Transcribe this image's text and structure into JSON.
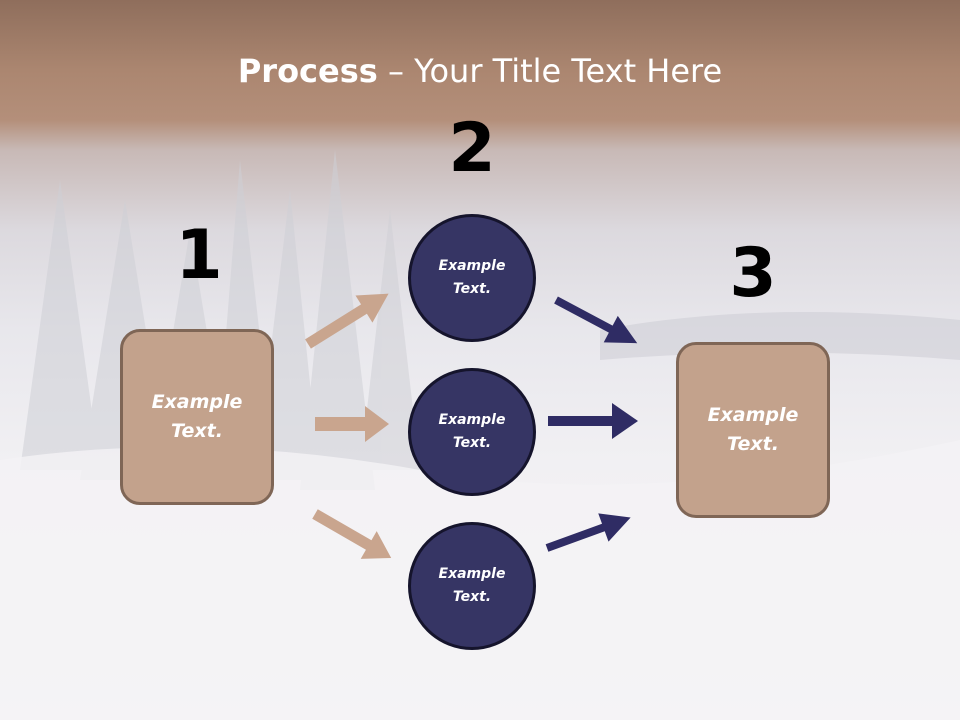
{
  "title": {
    "bold": "Process",
    "rest": " – Your Title Text Here"
  },
  "steps": {
    "one": {
      "number": "1",
      "text": "Example\nText."
    },
    "two": {
      "number": "2"
    },
    "three": {
      "number": "3",
      "text": "Example\nText."
    }
  },
  "circles": [
    {
      "text": "Example\nText."
    },
    {
      "text": "Example\nText."
    },
    {
      "text": "Example\nText."
    }
  ],
  "colors": {
    "box_fill": "#c3a28c",
    "circle_fill": "#363564",
    "arrow_left": "#c9a58e",
    "arrow_right": "#2f2c64"
  }
}
